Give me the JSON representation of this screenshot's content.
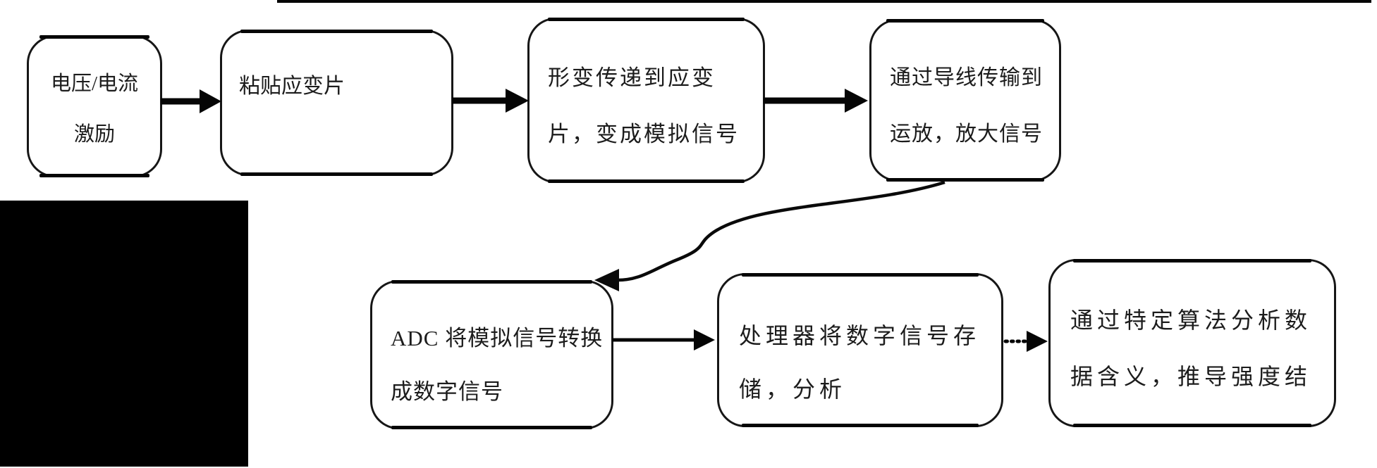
{
  "canvas": {
    "background_color": "#ffffff",
    "line_color": "#000000",
    "has_top_border_line": true,
    "has_black_redaction_block": true
  },
  "diagram": {
    "type": "flowchart",
    "nodes": [
      {
        "id": "excitation",
        "lines": [
          "电压/电流",
          "激励"
        ]
      },
      {
        "id": "attach_strain_gauge",
        "lines": [
          "粘贴应变片"
        ]
      },
      {
        "id": "deformation_to_gauge",
        "lines": [
          "形变传递到应变",
          "片，变成模拟信号"
        ]
      },
      {
        "id": "wire_to_opamp",
        "lines": [
          "通过导线传输到",
          "运放，放大信号"
        ]
      },
      {
        "id": "adc_convert",
        "lines": [
          "ADC 将模拟信号转换",
          "成数字信号"
        ]
      },
      {
        "id": "processor_store",
        "lines": [
          "处理器将数字信号存",
          "储，分析"
        ]
      },
      {
        "id": "algorithm_analyze",
        "lines": [
          "通过特定算法分析数",
          "据含义，推导强度结"
        ]
      }
    ],
    "edges": [
      {
        "from": "excitation",
        "to": "attach_strain_gauge",
        "style": "solid-thick"
      },
      {
        "from": "attach_strain_gauge",
        "to": "deformation_to_gauge",
        "style": "solid-thick"
      },
      {
        "from": "deformation_to_gauge",
        "to": "wire_to_opamp",
        "style": "solid-thick"
      },
      {
        "from": "wire_to_opamp",
        "to": "adc_convert",
        "style": "curved-thin"
      },
      {
        "from": "adc_convert",
        "to": "processor_store",
        "style": "solid-thin"
      },
      {
        "from": "processor_store",
        "to": "algorithm_analyze",
        "style": "dotted"
      }
    ]
  }
}
